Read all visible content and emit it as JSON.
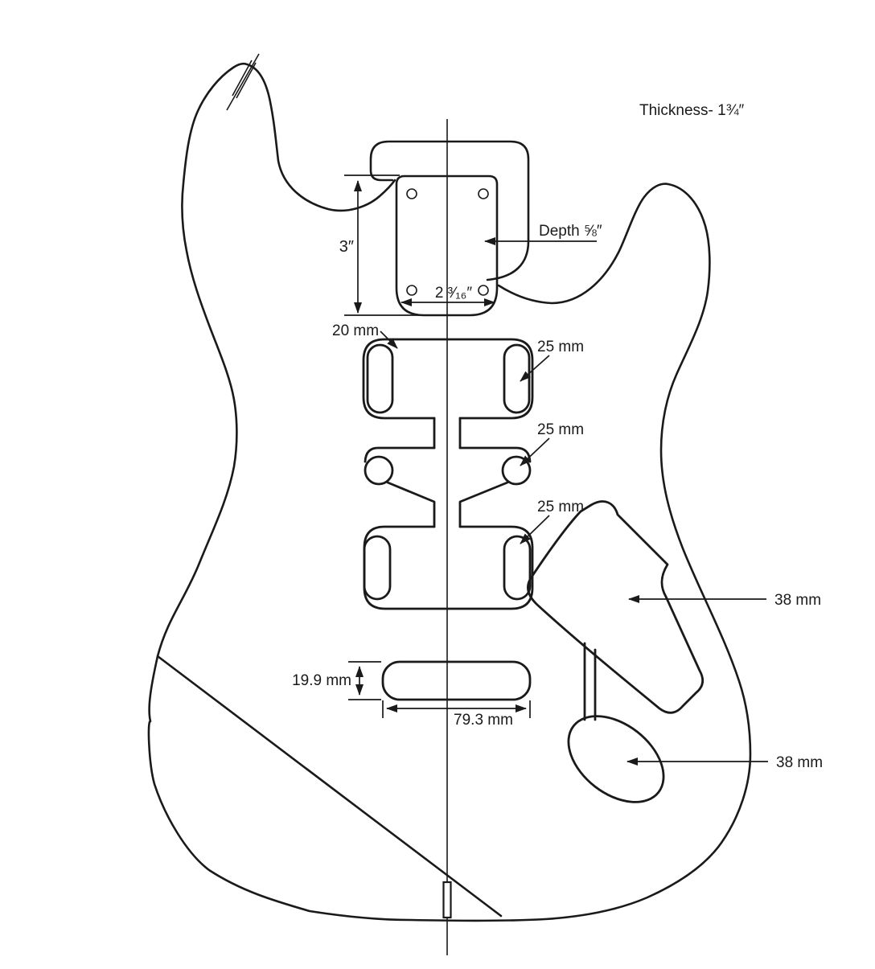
{
  "diagram": {
    "labels": {
      "thickness": "Thickness- 1¾″",
      "pocket_length": "3″",
      "pocket_depth": "Depth ⅝″",
      "pocket_width": "2 ³⁄₁₆″",
      "route_corner_radius": "20 mm",
      "neck_route_ear": "25 mm",
      "middle_route_hole": "25 mm",
      "bridge_route_ear": "25 mm",
      "tremolo_cavity_width": "38 mm",
      "jack_cavity_width": "38 mm",
      "lower_route_height": "19.9 mm",
      "lower_route_width": "79.3 mm"
    },
    "colors": {
      "line": "#1a1a1a",
      "background": "#ffffff"
    }
  }
}
